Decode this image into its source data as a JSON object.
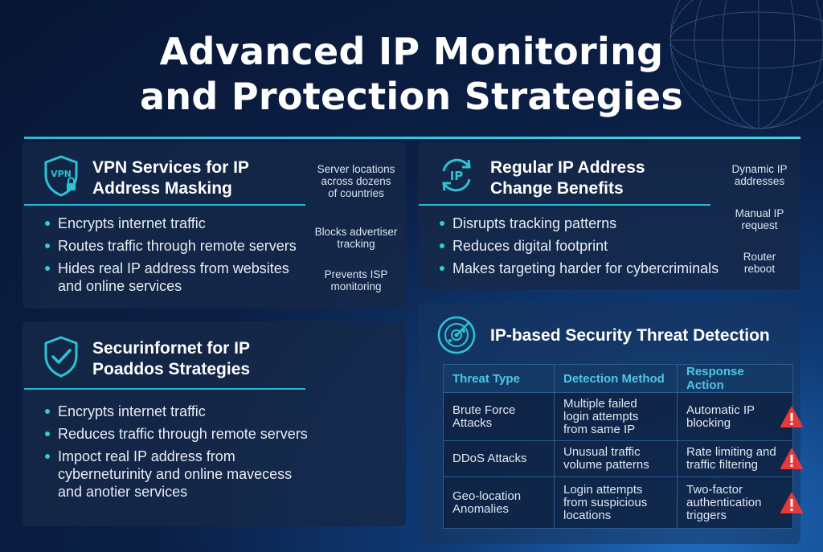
{
  "title": {
    "line1": "Advanced IP Monitoring",
    "line2": "and Protection Strategies"
  },
  "vpn": {
    "icon_label": "VPN",
    "heading_line1": "VPN Services for IP",
    "heading_line2": "Address Masking",
    "bullets": [
      "Encrypts internet traffic",
      "Routes traffic through remote servers",
      "Hides real IP address from websites",
      "and online services"
    ],
    "side": [
      [
        "Server locations",
        "across dozens",
        "of countries"
      ],
      [
        "Blocks advertiser",
        "tracking"
      ],
      [
        "Prevents ISP",
        "monitoring"
      ]
    ]
  },
  "router": {
    "icon_label": "IP",
    "heading_line1": "Regular IP Address",
    "heading_line2": "Change Benefits",
    "bullets": [
      "Disrupts tracking patterns",
      "Reduces digital footprint",
      "Makes targeting harder for cybercriminals"
    ],
    "side": [
      [
        "Dynamic IP",
        "addresses"
      ],
      [
        "Manual IP",
        "request"
      ],
      [
        "Router",
        "reboot"
      ]
    ]
  },
  "secure": {
    "heading_line1": "Securinfornet for IP",
    "heading_line2": "Poaddos Strategies",
    "bullets": [
      "Encrypts internet traffic",
      "Reduces traffic through remote servers",
      "Impoct real IP address from",
      "cyberneturinity and online mavecess",
      "and anotier services"
    ]
  },
  "threat": {
    "heading": "IP-based Security Threat Detection",
    "columns": [
      "Threat Type",
      "Detection Method",
      "Response Action"
    ],
    "rows": [
      {
        "type": [
          "Brute Force",
          "Attacks"
        ],
        "method": [
          "Multiple failed",
          "login attempts",
          "from same IP"
        ],
        "action": [
          "Automatic IP",
          "blocking"
        ]
      },
      {
        "type": [
          "DDoS Attacks"
        ],
        "method": [
          "Unusual traffic",
          "volume patterns"
        ],
        "action": [
          "Rate limiting and",
          "traffic filtering"
        ]
      },
      {
        "type": [
          "Geo-location",
          "Anomalies"
        ],
        "method": [
          "Login attempts",
          "from suspicious",
          "locations"
        ],
        "action": [
          "Two-factor",
          "authentication",
          "triggers"
        ]
      }
    ],
    "warn_icon": "warning-triangle-icon",
    "warn_color": "#e5393b"
  },
  "colors": {
    "accent": "#2bb5cf",
    "bullet": "#2ed0c8",
    "header_text": "#4cc7e6"
  }
}
